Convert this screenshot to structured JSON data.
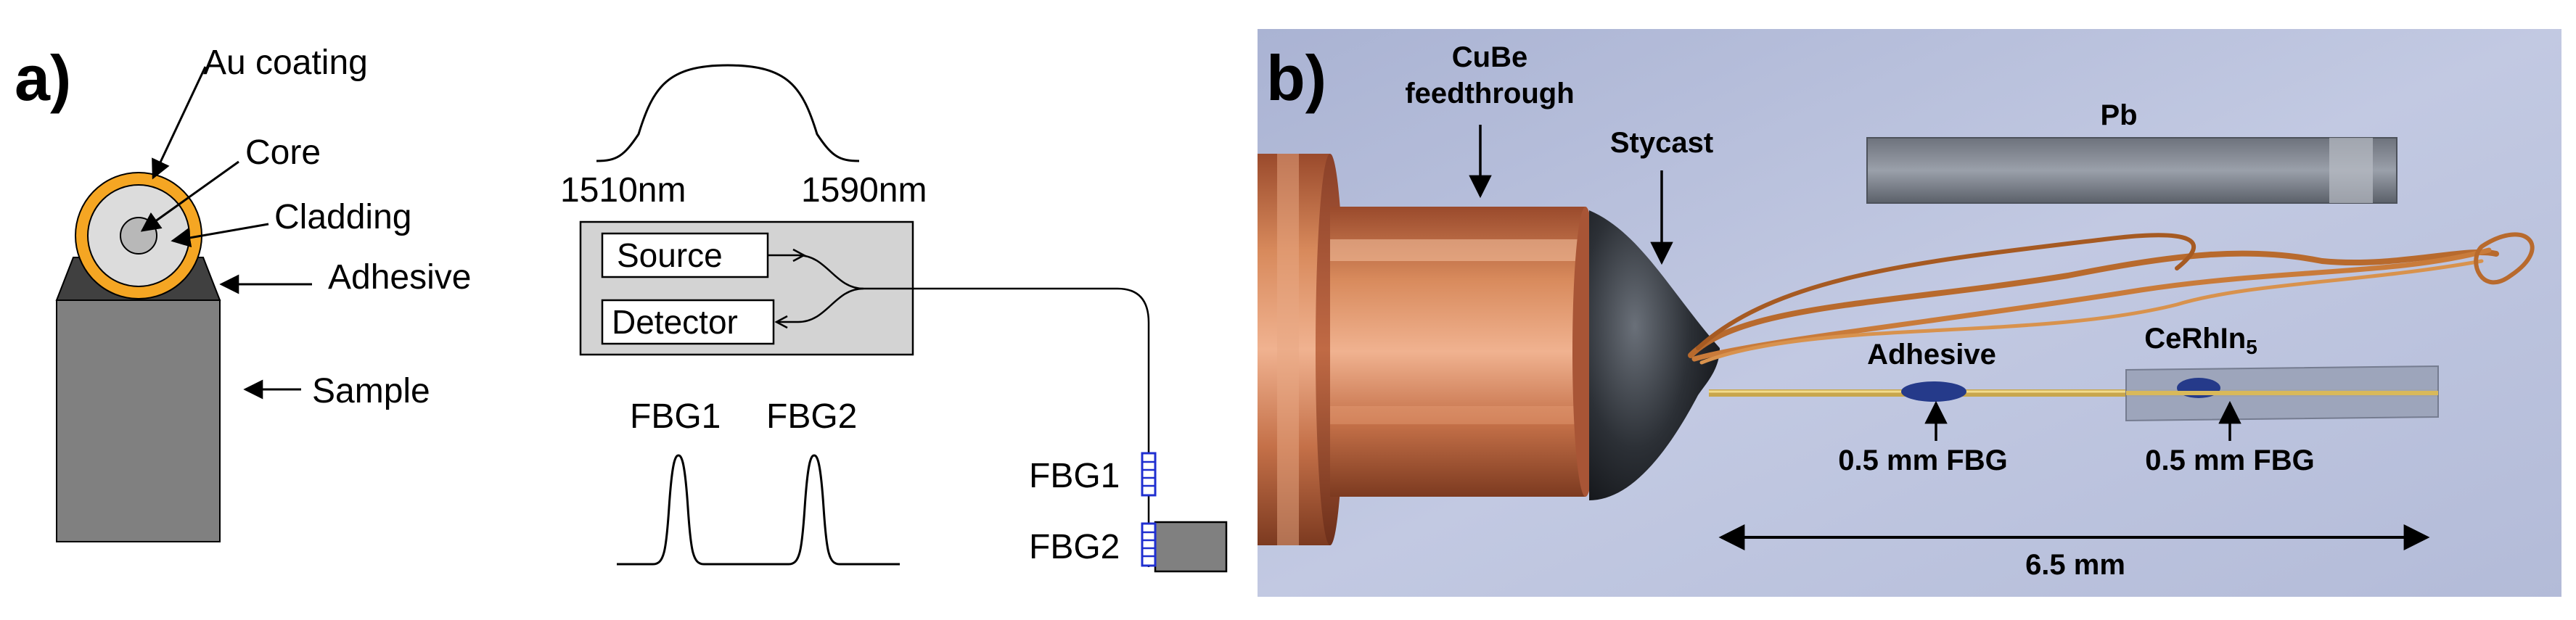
{
  "panel_a": {
    "label": "a)",
    "cross_section": {
      "au_coating": "Au coating",
      "core": "Core",
      "cladding": "Cladding",
      "adhesive": "Adhesive",
      "sample": "Sample"
    },
    "spectrum": {
      "left": "1510nm",
      "right": "1590nm"
    },
    "box": {
      "source": "Source",
      "detector": "Detector"
    },
    "peaks": {
      "fbg1": "FBG1",
      "fbg2": "FBG2"
    },
    "fiber": {
      "fbg1": "FBG1",
      "fbg2": "FBG2"
    }
  },
  "panel_b": {
    "label": "b)",
    "cube": "CuBe\nfeedthrough",
    "cube_line1": "CuBe",
    "cube_line2": "feedthrough",
    "stycast": "Stycast",
    "pb": "Pb",
    "adhesive": "Adhesive",
    "cerhin": "CeRhIn",
    "cerhin_sub": "5",
    "fbg_left": "0.5 mm FBG",
    "fbg_right": "0.5 mm FBG",
    "scale": "6.5 mm"
  },
  "colors": {
    "au": "#f5a623",
    "cladding": "#dcdcdc",
    "sample": "#808080",
    "adhesive": "#404040",
    "box": "#d3d3d3",
    "fbg": "#1f2fd0",
    "photo_bg": "#b7bfda",
    "copper": "#c9764c",
    "lead": "#8a8f99"
  }
}
